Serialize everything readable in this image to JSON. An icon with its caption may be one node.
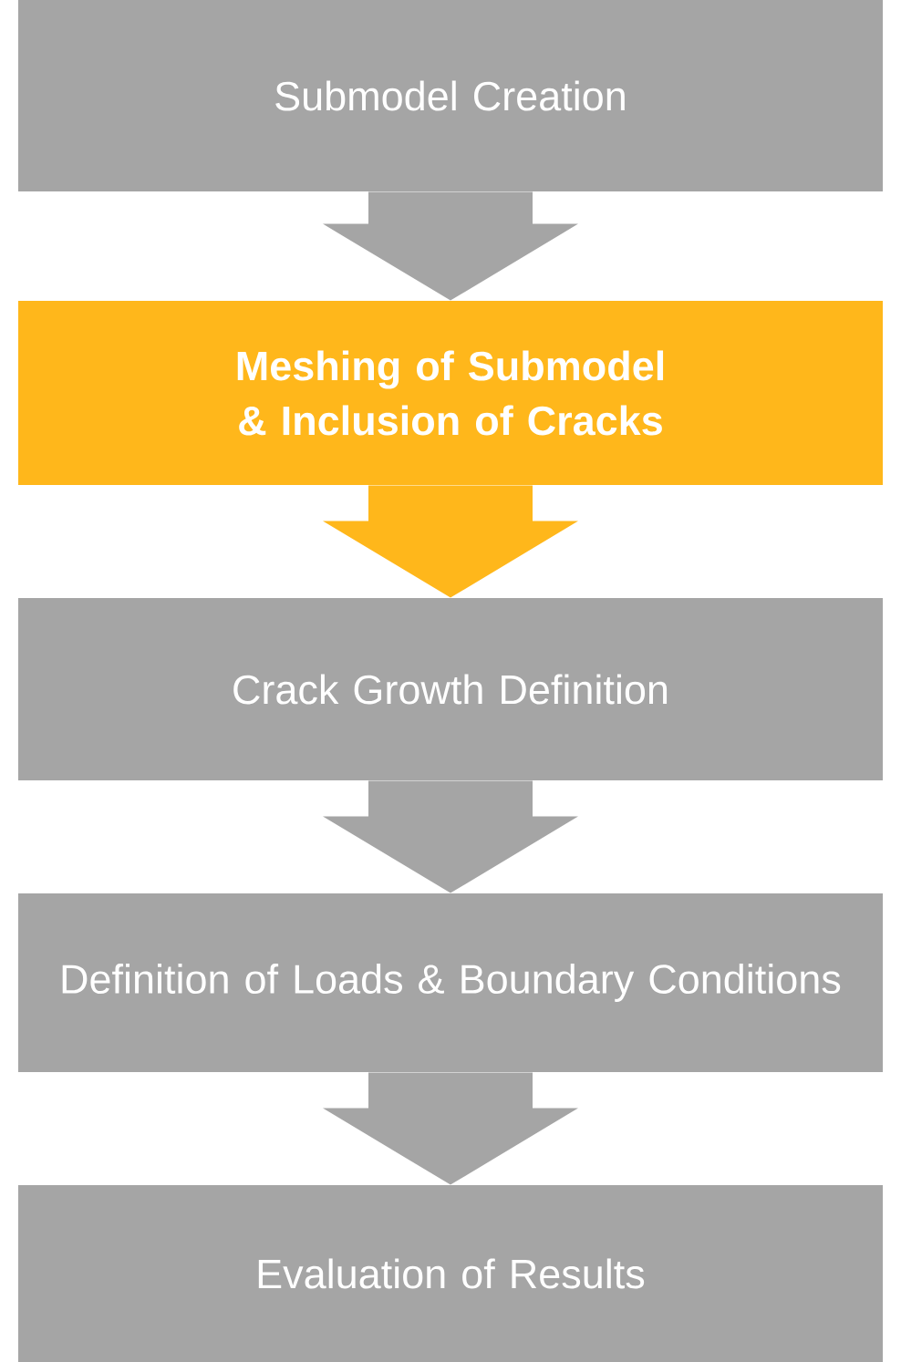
{
  "diagram": {
    "nodes": [
      {
        "text": [
          "Submodel Creation"
        ]
      },
      {
        "text": [
          "Meshing of Submodel & Inclusion of Cracks"
        ]
      },
      {
        "text": [
          "Crack Growth Definition"
        ]
      },
      {
        "text": [
          "Definition of Loads & Boundary Conditions"
        ]
      },
      {
        "text": [
          "Evaluation of Results"
        ]
      }
    ],
    "edges": [
      {
        "from": 0,
        "to": 1,
        "arrow": "to"
      },
      {
        "from": 1,
        "to": 2,
        "arrow": "to",
        "color": "#ffb71b"
      },
      {
        "from": 2,
        "to": 3,
        "arrow": "to"
      },
      {
        "from": 3,
        "to": 4,
        "arrow": "to"
      }
    ]
  }
}
